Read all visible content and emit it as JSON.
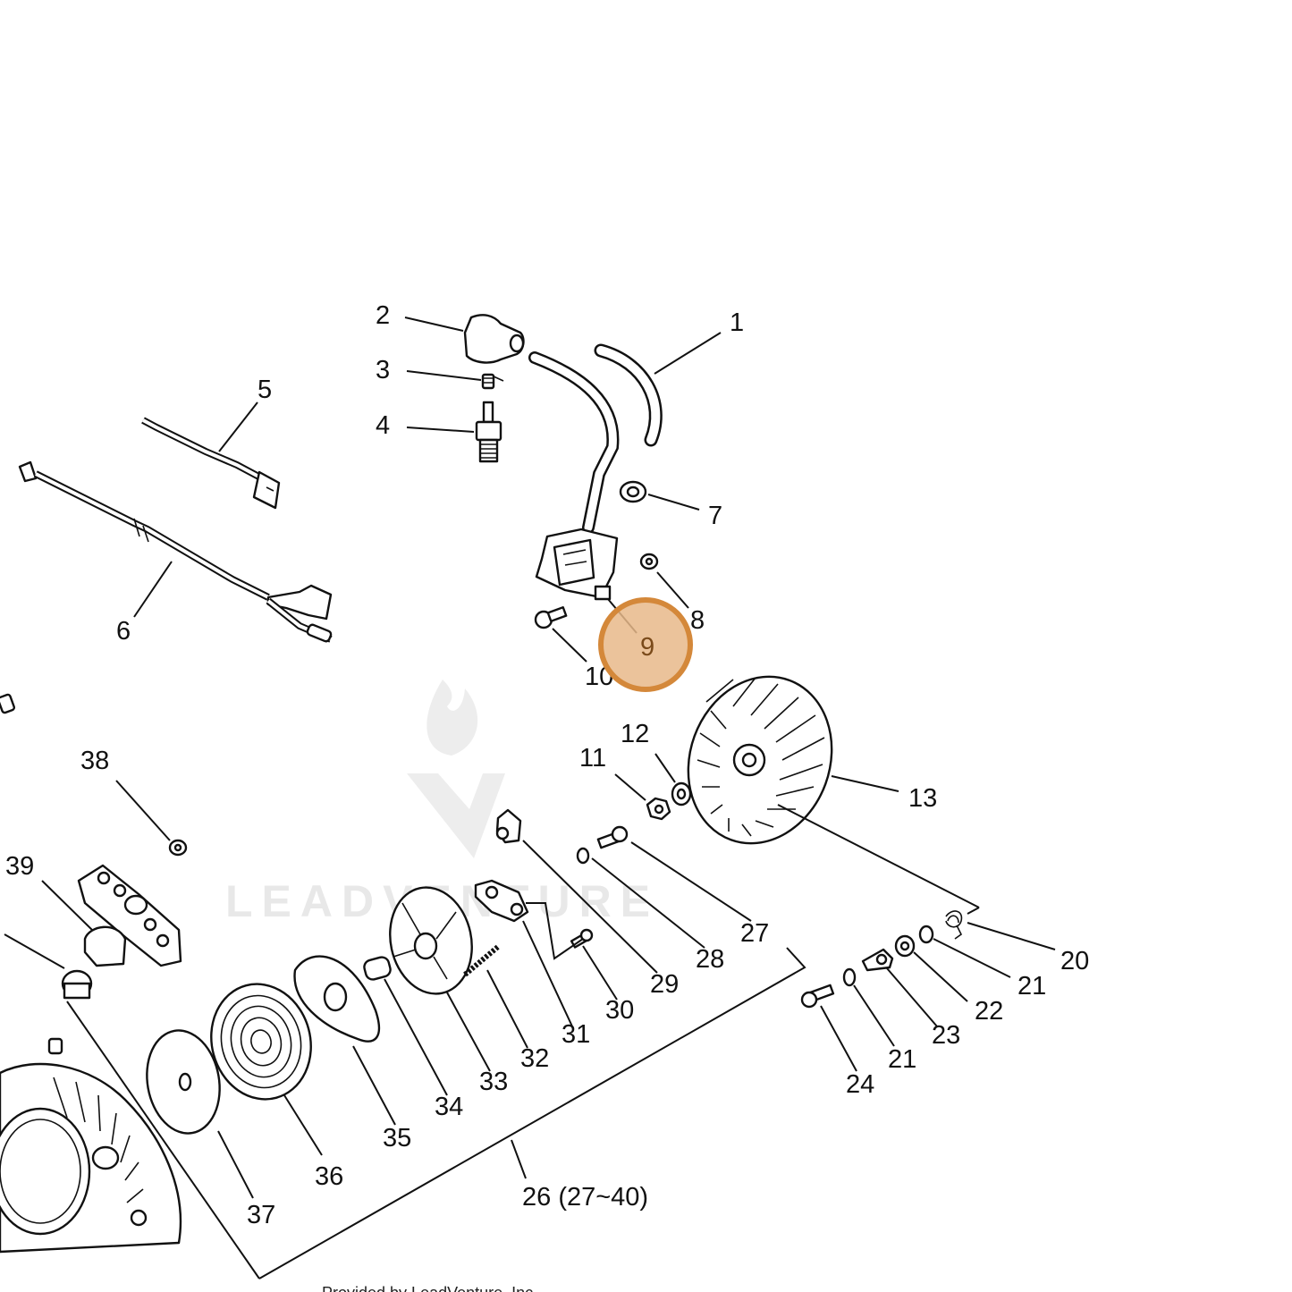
{
  "diagram": {
    "callouts": [
      {
        "id": "c1",
        "text": "1"
      },
      {
        "id": "c2",
        "text": "2"
      },
      {
        "id": "c3",
        "text": "3"
      },
      {
        "id": "c4",
        "text": "4"
      },
      {
        "id": "c5",
        "text": "5"
      },
      {
        "id": "c6",
        "text": "6"
      },
      {
        "id": "c7",
        "text": "7"
      },
      {
        "id": "c8",
        "text": "8"
      },
      {
        "id": "c10",
        "text": "10"
      },
      {
        "id": "c11",
        "text": "11"
      },
      {
        "id": "c12",
        "text": "12"
      },
      {
        "id": "c13",
        "text": "13"
      },
      {
        "id": "c20",
        "text": "20"
      },
      {
        "id": "c21a",
        "text": "21"
      },
      {
        "id": "c22",
        "text": "22"
      },
      {
        "id": "c23",
        "text": "23"
      },
      {
        "id": "c21b",
        "text": "21"
      },
      {
        "id": "c24",
        "text": "24"
      },
      {
        "id": "c27",
        "text": "27"
      },
      {
        "id": "c28",
        "text": "28"
      },
      {
        "id": "c29",
        "text": "29"
      },
      {
        "id": "c30",
        "text": "30"
      },
      {
        "id": "c31",
        "text": "31"
      },
      {
        "id": "c32",
        "text": "32"
      },
      {
        "id": "c33",
        "text": "33"
      },
      {
        "id": "c34",
        "text": "34"
      },
      {
        "id": "c35",
        "text": "35"
      },
      {
        "id": "c36",
        "text": "36"
      },
      {
        "id": "c37",
        "text": "37"
      },
      {
        "id": "c38",
        "text": "38"
      },
      {
        "id": "c39",
        "text": "39"
      }
    ],
    "assembly_label": "26 (27~40)",
    "highlighted_part": {
      "text": "9",
      "color": "#d4883a"
    },
    "watermark": {
      "text": "LEADVENTURE",
      "color": "#e6e6e6"
    },
    "footer_text": "Provided by LeadVenture, Inc."
  }
}
